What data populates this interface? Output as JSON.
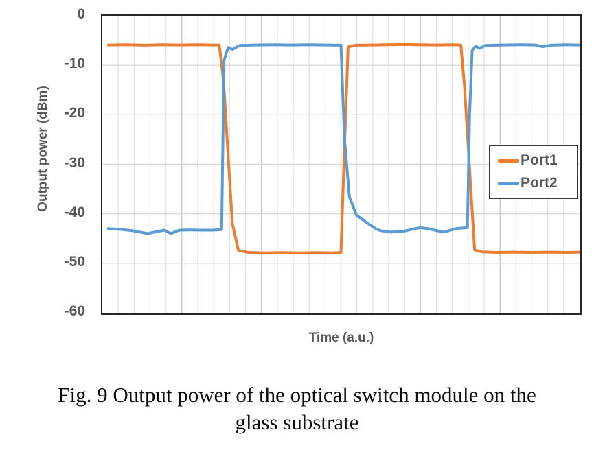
{
  "caption": {
    "line1": "Fig. 9 Output power of the optical switch module on the",
    "line2": "glass substrate"
  },
  "chart_data": {
    "type": "line",
    "title": "",
    "xlabel": "Time (a.u.)",
    "ylabel": "Output power (dBm)",
    "xlim": [
      0,
      40
    ],
    "ylim": [
      -60,
      0
    ],
    "ytick_values": [
      0,
      -10,
      -20,
      -30,
      -40,
      -50,
      -60
    ],
    "ytick_labels": [
      "0",
      "-10",
      "-20",
      "-30",
      "-40",
      "-50",
      "-60"
    ],
    "grid": {
      "show": true,
      "x_minor_divisions": 30,
      "x_major_every": 5,
      "minor_color": "#e4e4e4",
      "major_color": "#c9c9c9",
      "y_gridline_color": "#d9d9d9"
    },
    "legend_position": "middle-right-inside",
    "axis_text_color": "#595959",
    "plot_border_color": "#262626",
    "series": [
      {
        "name": "Port1",
        "color": "#ED7D31",
        "high_level_dbm": -5.9,
        "low_level_dbm": -47.8,
        "points": [
          [
            0.5,
            -5.9
          ],
          [
            2,
            -5.85
          ],
          [
            3.5,
            -5.95
          ],
          [
            5,
            -5.85
          ],
          [
            6.5,
            -5.9
          ],
          [
            8,
            -5.85
          ],
          [
            9.3,
            -5.9
          ],
          [
            9.8,
            -5.9
          ],
          [
            10.15,
            -13
          ],
          [
            10.9,
            -42
          ],
          [
            11.4,
            -47.4
          ],
          [
            12.2,
            -47.8
          ],
          [
            13.5,
            -47.9
          ],
          [
            15,
            -47.85
          ],
          [
            16.5,
            -47.9
          ],
          [
            18,
            -47.85
          ],
          [
            19.3,
            -47.9
          ],
          [
            20.0,
            -47.8
          ],
          [
            20.25,
            -30
          ],
          [
            20.6,
            -6.3
          ],
          [
            21.2,
            -5.95
          ],
          [
            22.5,
            -5.9
          ],
          [
            24,
            -5.85
          ],
          [
            25.3,
            -5.8
          ],
          [
            26.5,
            -5.85
          ],
          [
            28,
            -5.9
          ],
          [
            29.3,
            -5.85
          ],
          [
            30.05,
            -5.9
          ],
          [
            30.35,
            -14
          ],
          [
            31.2,
            -47.3
          ],
          [
            31.8,
            -47.7
          ],
          [
            33,
            -47.8
          ],
          [
            34.5,
            -47.75
          ],
          [
            36,
            -47.8
          ],
          [
            37.5,
            -47.75
          ],
          [
            39,
            -47.8
          ],
          [
            40,
            -47.75
          ]
        ]
      },
      {
        "name": "Port2",
        "color": "#5B9BD5",
        "high_level_dbm": -5.9,
        "low_level_dbm": -43.4,
        "points": [
          [
            0.5,
            -43.0
          ],
          [
            1.5,
            -43.15
          ],
          [
            2.5,
            -43.4
          ],
          [
            3.8,
            -44.0
          ],
          [
            4.6,
            -43.6
          ],
          [
            5.2,
            -43.3
          ],
          [
            5.75,
            -44.0
          ],
          [
            6.4,
            -43.35
          ],
          [
            7.2,
            -43.25
          ],
          [
            8.2,
            -43.3
          ],
          [
            9.2,
            -43.3
          ],
          [
            10.0,
            -43.2
          ],
          [
            10.2,
            -9
          ],
          [
            10.55,
            -6.4
          ],
          [
            10.9,
            -6.8
          ],
          [
            11.5,
            -6.0
          ],
          [
            12.8,
            -5.9
          ],
          [
            14.3,
            -5.85
          ],
          [
            15.8,
            -5.9
          ],
          [
            17.3,
            -5.85
          ],
          [
            18.8,
            -5.9
          ],
          [
            20.0,
            -5.95
          ],
          [
            20.3,
            -25
          ],
          [
            20.7,
            -36.5
          ],
          [
            21.3,
            -40.3
          ],
          [
            22.1,
            -41.7
          ],
          [
            22.9,
            -43.0
          ],
          [
            23.3,
            -43.4
          ],
          [
            24.2,
            -43.7
          ],
          [
            25.3,
            -43.5
          ],
          [
            26.6,
            -42.8
          ],
          [
            27.2,
            -42.95
          ],
          [
            28.6,
            -43.7
          ],
          [
            29.7,
            -42.95
          ],
          [
            30.6,
            -42.8
          ],
          [
            30.78,
            -20
          ],
          [
            31.0,
            -7.0
          ],
          [
            31.3,
            -6.1
          ],
          [
            31.6,
            -6.6
          ],
          [
            32.1,
            -6.0
          ],
          [
            33.5,
            -5.9
          ],
          [
            35,
            -5.85
          ],
          [
            36.3,
            -5.9
          ],
          [
            36.9,
            -6.25
          ],
          [
            37.6,
            -5.95
          ],
          [
            38.8,
            -5.85
          ],
          [
            40,
            -5.9
          ]
        ]
      }
    ]
  }
}
